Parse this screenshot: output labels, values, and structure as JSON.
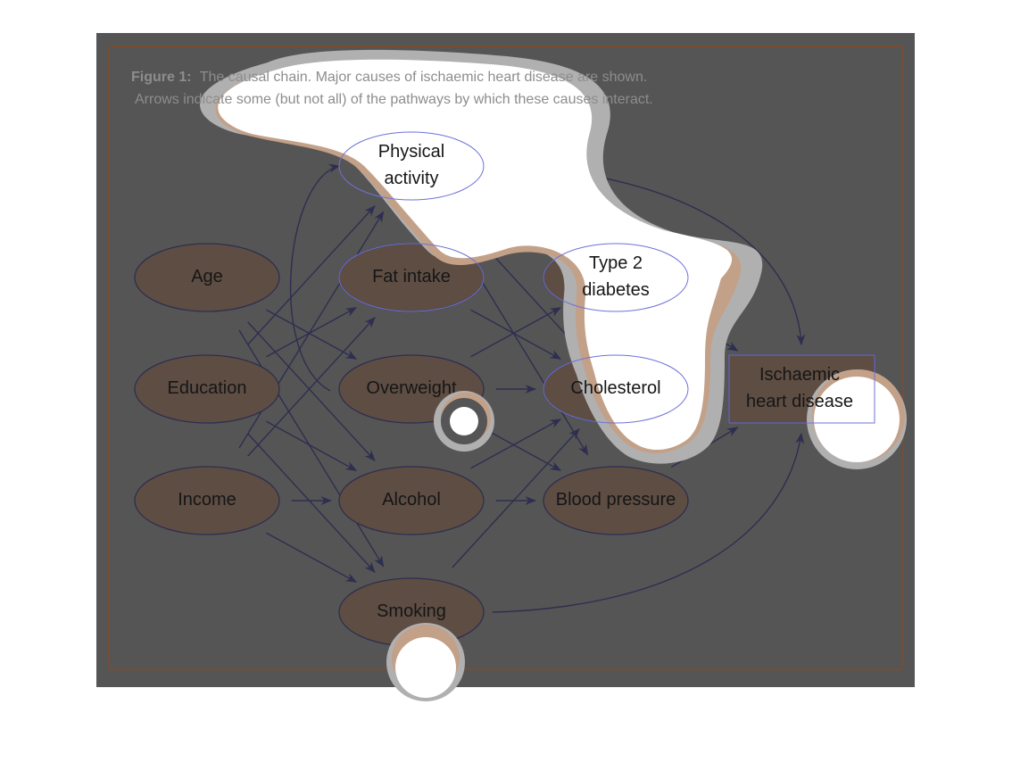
{
  "caption": {
    "label": "Figure 1:",
    "line1": "The causal chain. Major causes of ischaemic heart disease are shown.",
    "line2": "Arrows indicate some (but not all) of the pathways by which these causes interact."
  },
  "colors": {
    "frame_bg": "#555555",
    "frame_border": "#8a4a1e",
    "node_fill": "#5e4d43",
    "node_stroke": "#2e2e50",
    "highlight_stroke": "#6e72d8",
    "arrow": "#2e2e50",
    "blob_fill": "#ffffff",
    "blob_halo": "#b0b0b0",
    "blob_edge": "#c3a088"
  },
  "nodes": [
    {
      "id": "age",
      "label": "Age"
    },
    {
      "id": "education",
      "label": "Education"
    },
    {
      "id": "income",
      "label": "Income"
    },
    {
      "id": "physical_activity",
      "label": "Physical\nactivity"
    },
    {
      "id": "fat_intake",
      "label": "Fat intake"
    },
    {
      "id": "overweight",
      "label": "Overweight"
    },
    {
      "id": "alcohol",
      "label": "Alcohol"
    },
    {
      "id": "smoking",
      "label": "Smoking"
    },
    {
      "id": "type2_diabetes",
      "label": "Type 2\ndiabetes"
    },
    {
      "id": "cholesterol",
      "label": "Cholesterol"
    },
    {
      "id": "blood_pressure",
      "label": "Blood pressure"
    },
    {
      "id": "ihd",
      "label": "Ischaemic\nheart disease"
    }
  ],
  "edges": [
    [
      "age",
      "overweight"
    ],
    [
      "age",
      "alcohol"
    ],
    [
      "age",
      "smoking"
    ],
    [
      "education",
      "physical_activity"
    ],
    [
      "education",
      "fat_intake"
    ],
    [
      "education",
      "alcohol"
    ],
    [
      "education",
      "smoking"
    ],
    [
      "income",
      "physical_activity"
    ],
    [
      "income",
      "fat_intake"
    ],
    [
      "income",
      "alcohol"
    ],
    [
      "income",
      "smoking"
    ],
    [
      "overweight",
      "physical_activity"
    ],
    [
      "physical_activity",
      "cholesterol"
    ],
    [
      "physical_activity",
      "blood_pressure"
    ],
    [
      "physical_activity",
      "ihd"
    ],
    [
      "fat_intake",
      "cholesterol"
    ],
    [
      "overweight",
      "type2_diabetes"
    ],
    [
      "overweight",
      "cholesterol"
    ],
    [
      "overweight",
      "blood_pressure"
    ],
    [
      "alcohol",
      "cholesterol"
    ],
    [
      "alcohol",
      "blood_pressure"
    ],
    [
      "smoking",
      "cholesterol"
    ],
    [
      "smoking",
      "ihd"
    ],
    [
      "type2_diabetes",
      "ihd"
    ],
    [
      "cholesterol",
      "ihd"
    ],
    [
      "blood_pressure",
      "ihd"
    ]
  ]
}
